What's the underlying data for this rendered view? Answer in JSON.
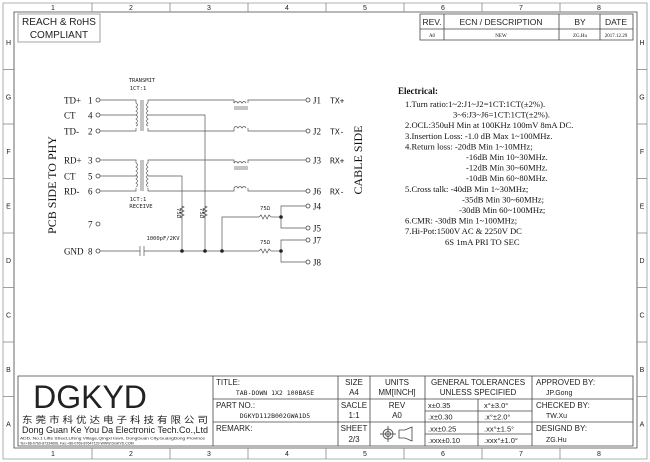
{
  "frame": {
    "columns": [
      "1",
      "2",
      "3",
      "4",
      "5",
      "6",
      "7",
      "8"
    ],
    "rows": [
      "H",
      "G",
      "F",
      "E",
      "D",
      "C",
      "B",
      "A"
    ]
  },
  "compliance": [
    "REACH & RoHS",
    "COMPLIANT"
  ],
  "revision_table": {
    "headers": [
      "REV.",
      "ECN / DESCRIPTION",
      "BY",
      "DATE"
    ],
    "row": [
      "A0",
      "NEW",
      "ZG.Hu",
      "2017.12.29"
    ]
  },
  "schematic": {
    "left_side_label": "PCB SIDE TO PHY",
    "right_side_label": "CABLE SIDE",
    "transmit_label": [
      "TRANSMIT",
      "1CT:1"
    ],
    "receive_label": [
      "1CT:1",
      "RECEIVE"
    ],
    "left_pins": [
      {
        "name": "TD+",
        "num": "1"
      },
      {
        "name": "CT",
        "num": "4"
      },
      {
        "name": "TD-",
        "num": "2"
      },
      {
        "name": "RD+",
        "num": "3"
      },
      {
        "name": "CT",
        "num": "5"
      },
      {
        "name": "RD-",
        "num": "6"
      },
      {
        "name": "",
        "num": "7"
      },
      {
        "name": "GND",
        "num": "8"
      }
    ],
    "right_pins": [
      {
        "name": "J1",
        "sig": "TX+"
      },
      {
        "name": "J2",
        "sig": "TX-"
      },
      {
        "name": "J3",
        "sig": "RX+"
      },
      {
        "name": "J6",
        "sig": "RX-"
      },
      {
        "name": "J4",
        "sig": ""
      },
      {
        "name": "J5",
        "sig": ""
      },
      {
        "name": "J7",
        "sig": ""
      },
      {
        "name": "J8",
        "sig": ""
      }
    ],
    "capacitor": "1000pF/2KV",
    "resistor": "75Ω"
  },
  "electrical": {
    "title": "Electrical:",
    "lines": [
      "1.Turn ratio:1~2:J1~J2=1CT:1CT(±2%).",
      "3~6:J3~J6=1CT:1CT(±2%).",
      "2.OCL:350uH Min at 100KHz 100mV 8mA DC.",
      "3.Insertion Loss: -1.0 dB Max 1~100MHz.",
      "4.Return loss: -20dB Min 1~10MHz;",
      "-16dB Min 10~30MHz.",
      "-12dB Min 30~60MHz.",
      "-10dB Min 60~80MHz.",
      "5.Cross talk: -40dB Min 1~30MHz;",
      "-35dB Min 30~60MHz;",
      "-30dB Min 60~100MHz;",
      "6.CMR: -30dB Min 1~100MHz;",
      "7.Hi-Pot:1500V AC & 2250V DC",
      "6S 1mA PRI TO SEC"
    ]
  },
  "title_block": {
    "logo": "DGKYD",
    "company_cn": "东 莞 市 科 优 达 电 子 科 技 有 限 公 司",
    "company_en": "Dong Guan Ke You Da Electronic Tech.Co.,Ltd",
    "address": "ADD.:No.1 Lifte Street,Lifeng Village,Qingxi town, DongGuan City,GuangDong Province",
    "contact": "Tel:+86-0769-87334606, Fax:+86-0769-87647129  WWW.DGKYD.COM",
    "title_label": "TITLE:",
    "title": "TAB-DOWN 1X2 100BASE",
    "part_label": "PART NO.:",
    "part_no": "DGKYD112B002GWA1D5",
    "remark_label": "REMARK:",
    "size_label": "SIZE",
    "size": "A4",
    "units_label": "UNITS",
    "units": "MM[INCH]",
    "scale_label": "SACLE",
    "scale": "1:1",
    "rev_label": "REV",
    "rev": "A0",
    "sheet_label": "SHEET",
    "sheet": "2/3",
    "tol_header": [
      "GENERAL TOLERANCES",
      "UNLESS SPECIFIED"
    ],
    "tolerances": [
      [
        "x±0.35",
        "x°±3.0°"
      ],
      [
        ".x±0.30",
        ".x°±2.0°"
      ],
      [
        ".xx±0.25",
        ".xx°±1.5°"
      ],
      [
        ".xxx±0.10",
        ".xxx°±1.0°"
      ]
    ],
    "approved_label": "APPROVED BY:",
    "approved": "JP.Gong",
    "checked_label": "CHECKED BY:",
    "checked": "TW.Xu",
    "designed_label": "DESIGND BY:",
    "designed": "ZG.Hu"
  }
}
